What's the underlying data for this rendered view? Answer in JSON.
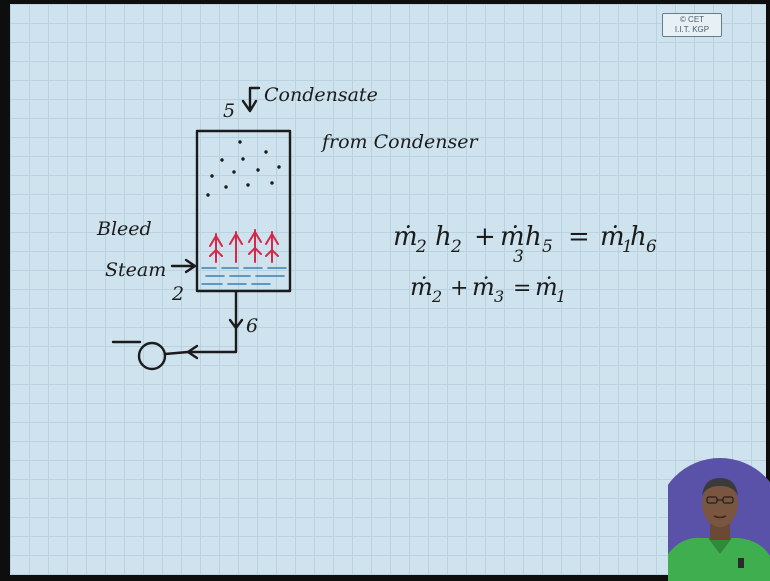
{
  "badge": {
    "line1": "© CET",
    "line2": "I.I.T. KGP"
  },
  "diagram": {
    "inlet_top_number": "5",
    "inlet_top_label_line1": "Condensate",
    "inlet_top_label_line2": "from Condenser",
    "side_label_line1": "Bleed",
    "side_label_line2": "Steam",
    "side_number": "2",
    "outlet_number": "6"
  },
  "equations": {
    "energy": {
      "t1_sym": "ṁ",
      "t1_sub": "2",
      "t1_h": "h",
      "t1_hsub": "2",
      "plus": "+",
      "t2_sym": "ṁ",
      "t2_sub": "3",
      "t2_h": "h",
      "t2_hsub": "5",
      "eq": "=",
      "t3_sym": "ṁ",
      "t3_sub": "1",
      "t3_h": "h",
      "t3_hsub": "6"
    },
    "mass": {
      "t1_sym": "ṁ",
      "t1_sub": "2",
      "plus": "+",
      "t2_sym": "ṁ",
      "t2_sub": "3",
      "eq": "=",
      "t3_sym": "ṁ",
      "t3_sub": "1"
    }
  },
  "colors": {
    "ink": "#1b1b1b",
    "bubbles": "#d4284a",
    "water": "#3a7fb6",
    "board": "#cfe3ee"
  }
}
